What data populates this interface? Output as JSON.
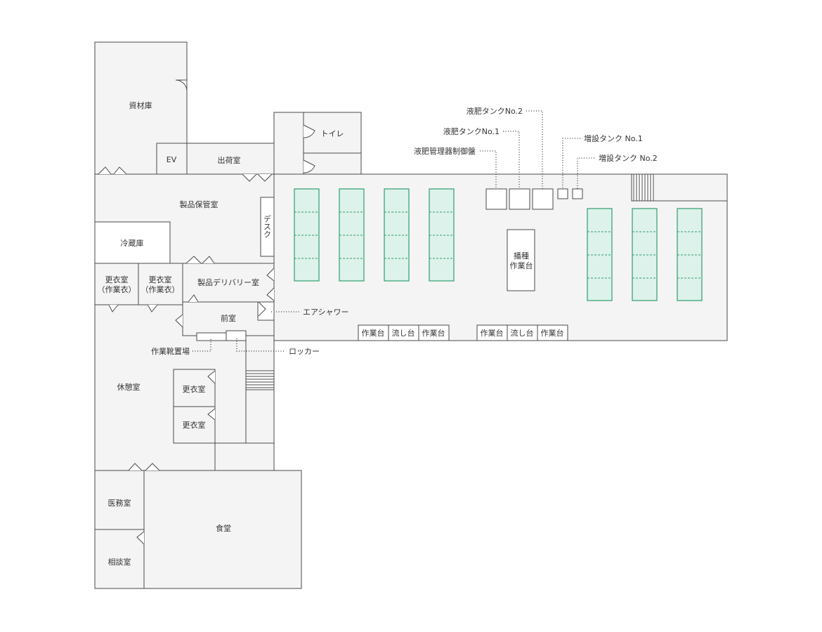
{
  "colors": {
    "bed_fill": "#ddf2ea",
    "bed_stroke": "#2e9e6e",
    "room_fill": "#f4f4f4",
    "wall": "#4a4a4a"
  },
  "rooms": {
    "materials": "資材庫",
    "ev": "EV",
    "shipping": "出荷室",
    "toilet": "トイレ",
    "product_storage": "製品保管室",
    "desk": "デスク",
    "cold_storage": "冷蔵庫",
    "changing_workwear_line1": "更衣室",
    "changing_workwear_line2": "（作業衣）",
    "product_delivery": "製品デリバリー室",
    "anteroom": "前室",
    "lounge": "休憩室",
    "changing": "更衣室",
    "medical": "医務室",
    "consultation": "相談室",
    "cafeteria": "食堂",
    "seeding_line1": "播種",
    "seeding_line2": "作業台"
  },
  "equipment": {
    "workbench": "作業台",
    "sink": "流し台"
  },
  "callouts": {
    "tank2": "液肥タンクNo.2",
    "tank1": "液肥タンクNo.1",
    "control_panel": "液肥管理器制御盤",
    "extra_tank1": "増設タンク No.1",
    "extra_tank2": "増設タンク No.2",
    "air_shower": "エアシャワー",
    "shoe_area": "作業靴置場",
    "locker": "ロッカー"
  }
}
